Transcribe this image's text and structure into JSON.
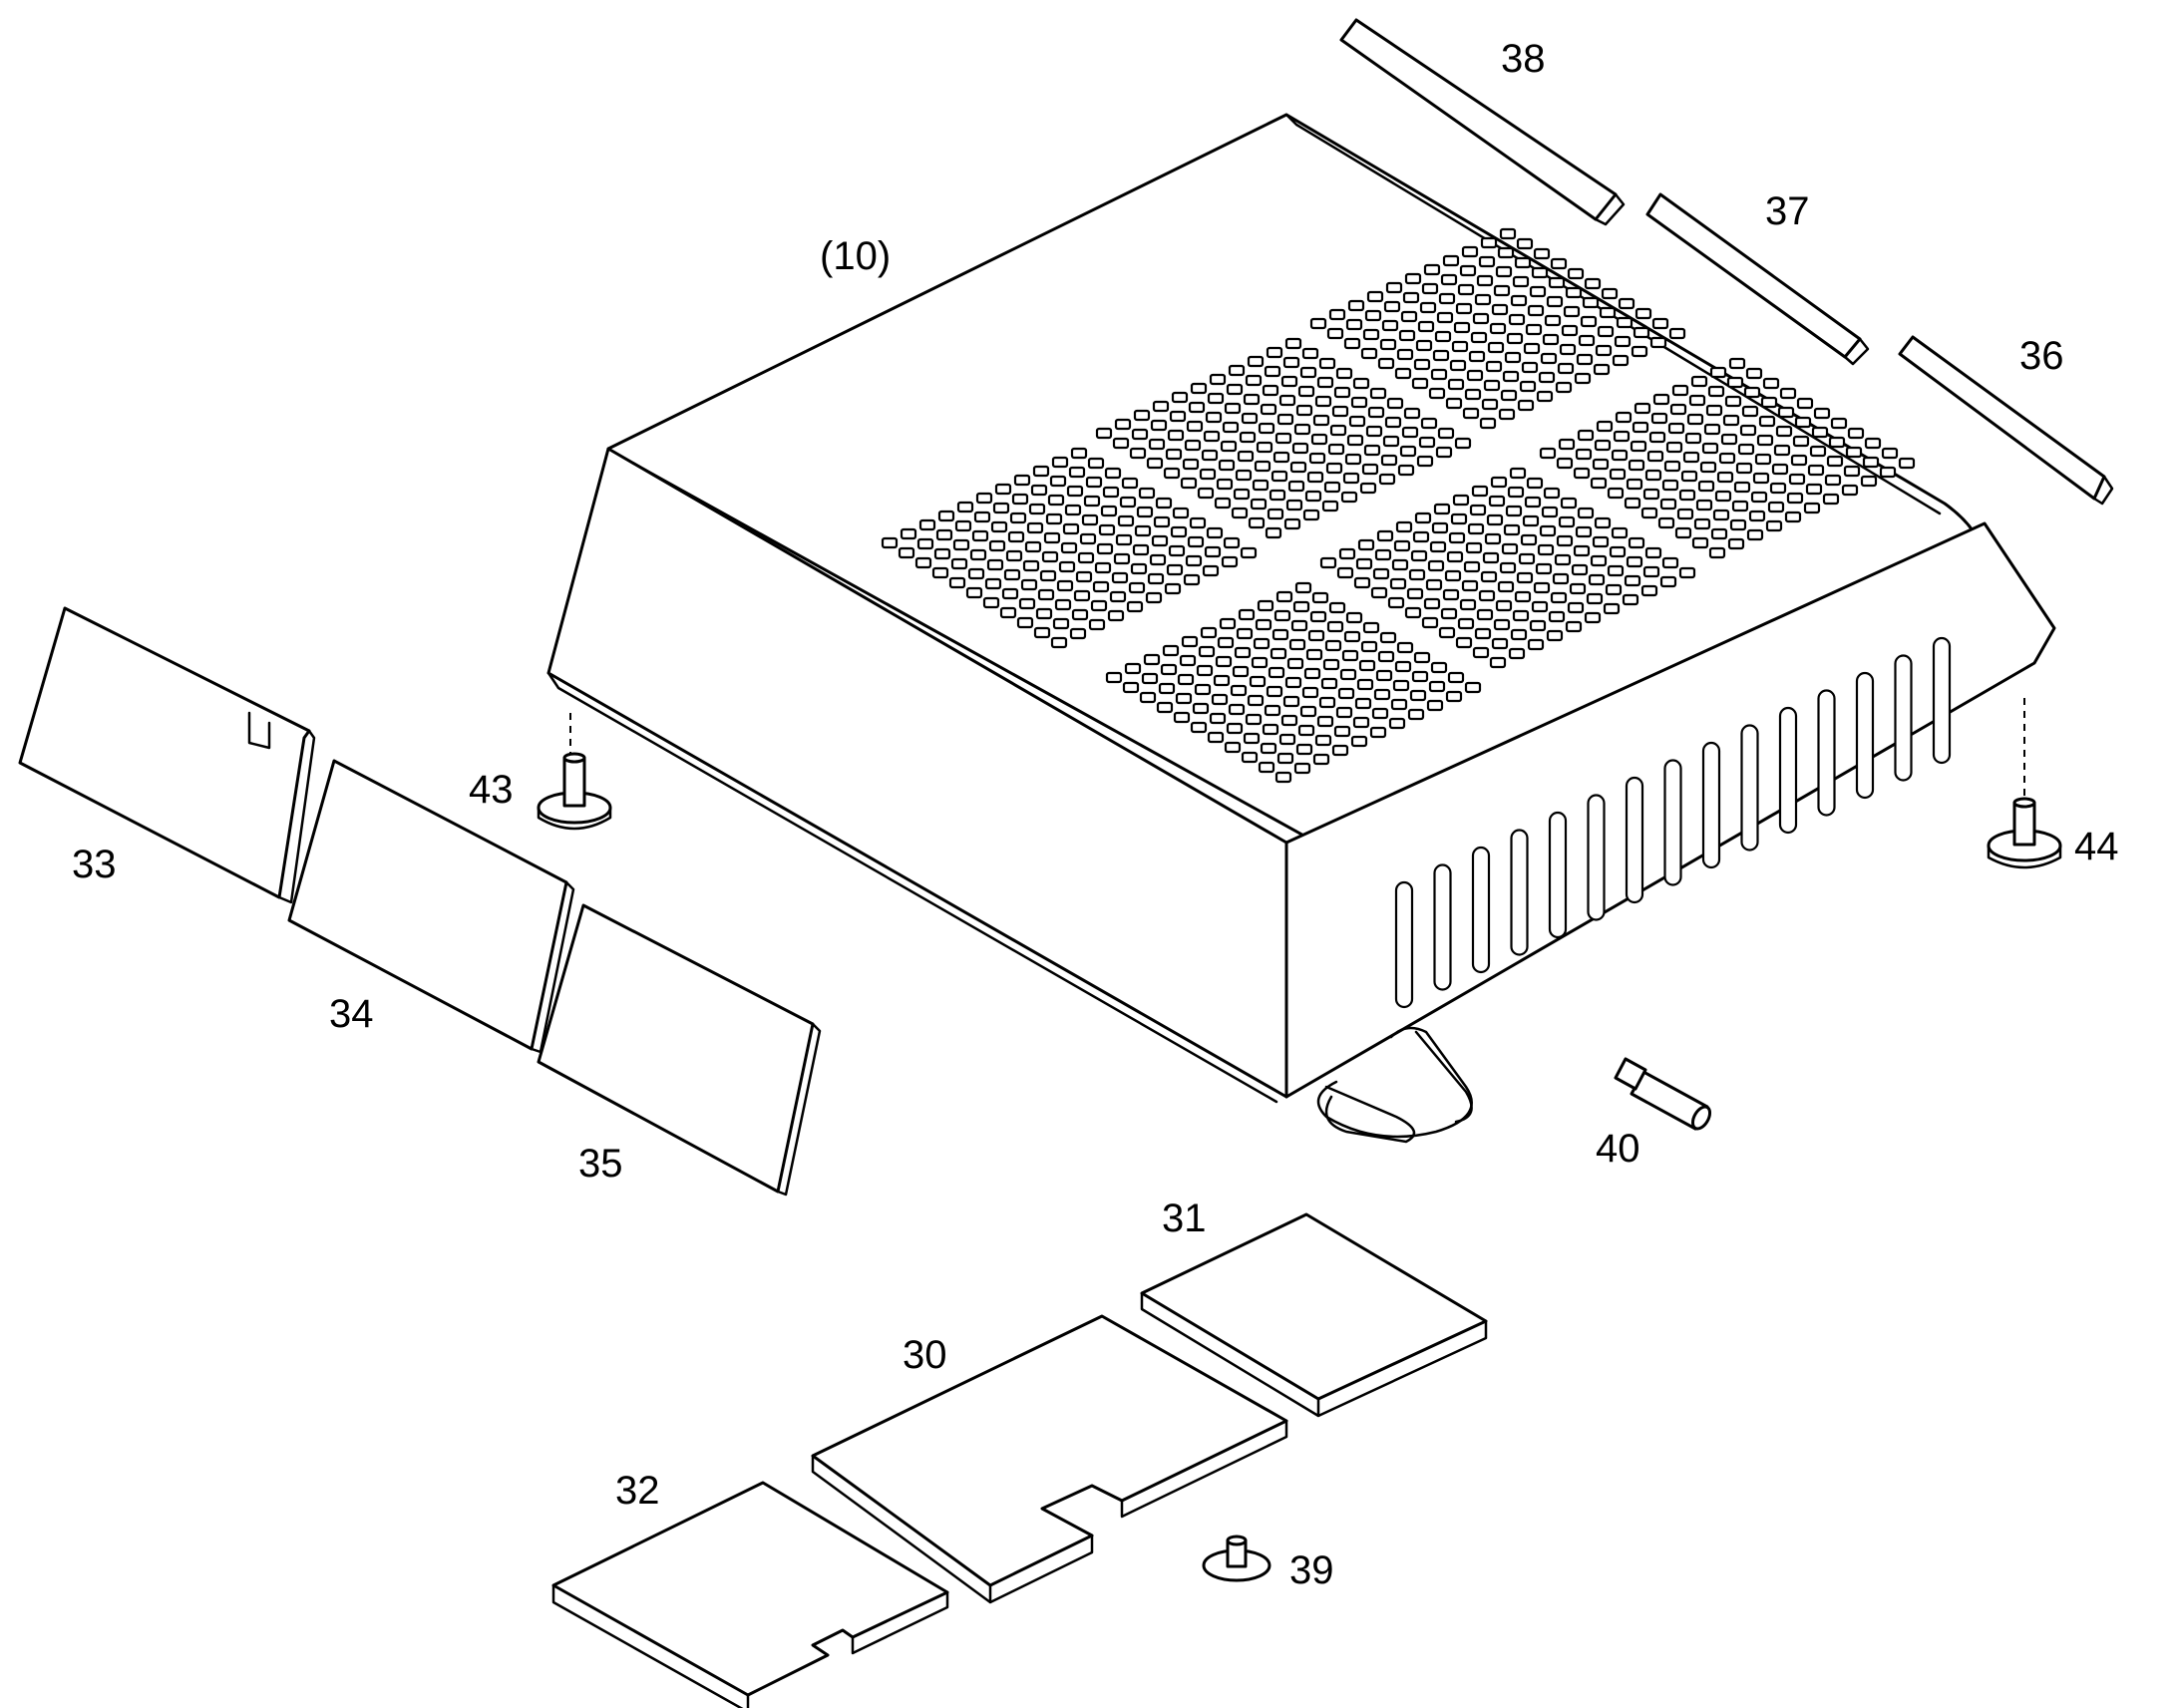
{
  "labels": {
    "assembly": "(10)",
    "p30": "30",
    "p31": "31",
    "p32": "32",
    "p33": "33",
    "p34": "34",
    "p35": "35",
    "p36": "36",
    "p37": "37",
    "p38": "38",
    "p39": "39",
    "p40": "40",
    "p43": "43",
    "p44": "44"
  },
  "colors": {
    "line": "#000000",
    "background": "#ffffff"
  }
}
